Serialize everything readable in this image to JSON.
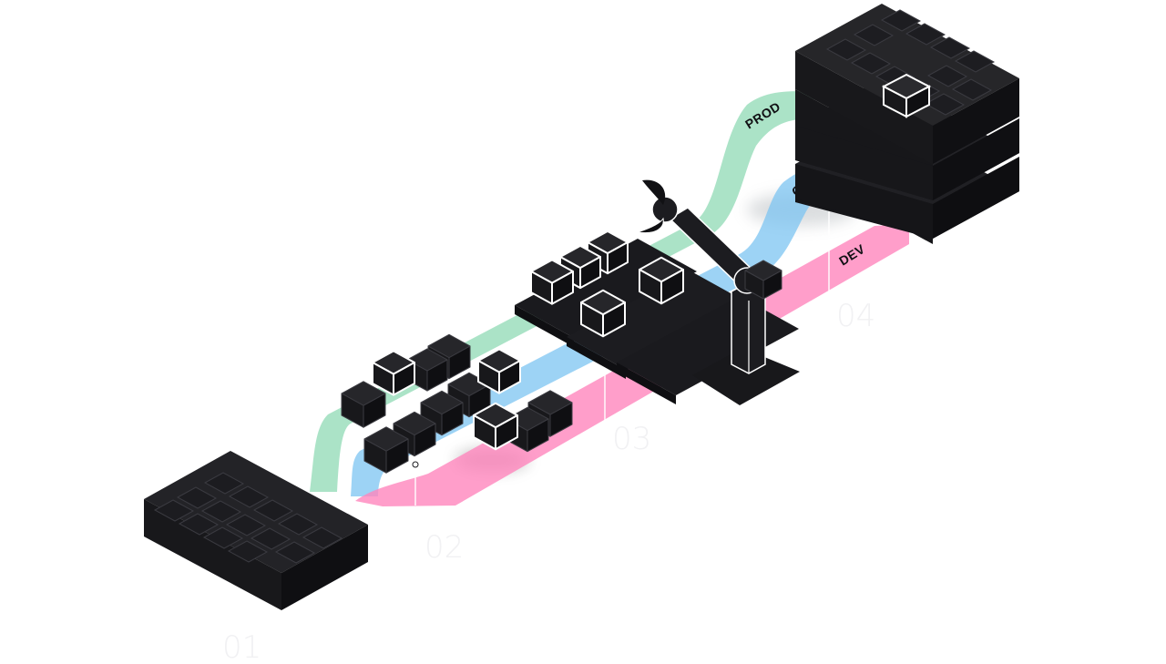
{
  "lanes": {
    "prod": {
      "label": "PROD",
      "color": "#8fd9b4"
    },
    "qa": {
      "label": "QA",
      "color": "#7cc4f2"
    },
    "dev": {
      "label": "DEV",
      "color": "#ff86bd"
    }
  },
  "steps": [
    {
      "label": "01"
    },
    {
      "label": "02"
    },
    {
      "label": "03"
    },
    {
      "label": "04"
    }
  ]
}
